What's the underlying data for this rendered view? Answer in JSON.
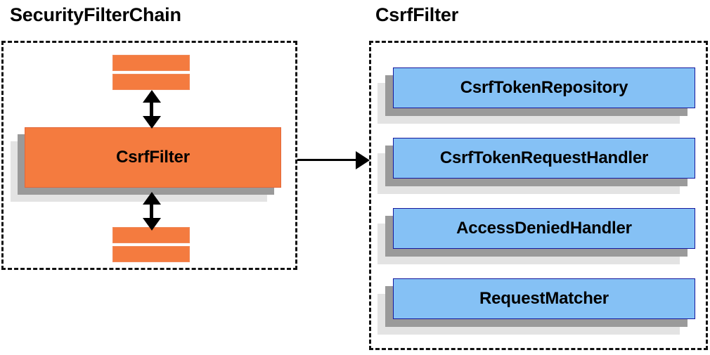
{
  "diagram": {
    "title_left": "SecurityFilterChain",
    "title_right": "CsrfFilter",
    "colors": {
      "orange_fill": "#f47b3f",
      "orange_border": "#e2673a",
      "blue_fill": "#85c1f5",
      "blue_border": "#15179c",
      "shadow_near": "#9a9a9a",
      "shadow_far": "#e3e3e3",
      "panel_border": "#111111",
      "arrow": "#000000"
    }
  },
  "left_panel": {
    "filter_box_label": "CsrfFilter",
    "stub_bars": [
      {
        "name": "stub-top-1"
      },
      {
        "name": "stub-top-2"
      },
      {
        "name": "stub-bottom-1"
      },
      {
        "name": "stub-bottom-2"
      }
    ],
    "arrows": {
      "top": "bidirectional-vertical",
      "bottom": "bidirectional-vertical"
    }
  },
  "connector": {
    "kind": "arrow-right",
    "from": "CsrfFilter",
    "to": "CsrfFilter collaborators"
  },
  "right_panel": {
    "collaborators": [
      {
        "label": "CsrfTokenRepository"
      },
      {
        "label": "CsrfTokenRequestHandler"
      },
      {
        "label": "AccessDeniedHandler"
      },
      {
        "label": "RequestMatcher"
      }
    ]
  }
}
